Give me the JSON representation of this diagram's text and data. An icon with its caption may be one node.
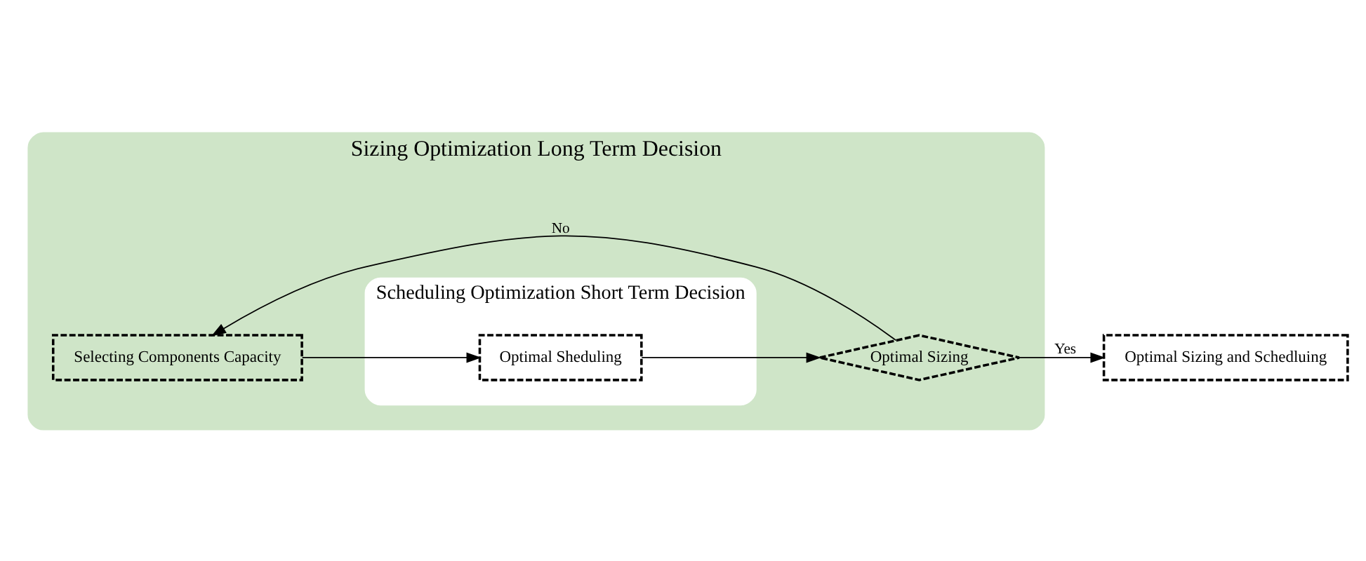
{
  "diagram": {
    "nodes": [
      {
        "text": [
          "Sizing Optimization Long Term Decision"
        ]
      },
      {
        "text": [
          "Scheduling Optimization Short Term Decision"
        ],
        "in": 0
      },
      {
        "text": [
          "Selecting Components Capacity"
        ],
        "in": 0
      },
      {
        "text": [
          "Optimal Sheduling"
        ],
        "in": 1
      },
      {
        "text": [
          "Optimal Sizing"
        ],
        "in": 0
      },
      {
        "text": [
          "Optimal Sizing and Schedluing"
        ]
      }
    ],
    "edges": [
      {
        "from": 2,
        "to": 3,
        "arrow": "to"
      },
      {
        "from": 3,
        "to": 4,
        "arrow": "to"
      },
      {
        "from": 4,
        "to": 5,
        "arrow": "to",
        "label": "Yes"
      },
      {
        "from": 4,
        "to": 2,
        "arrow": "to",
        "label": "No"
      }
    ]
  }
}
